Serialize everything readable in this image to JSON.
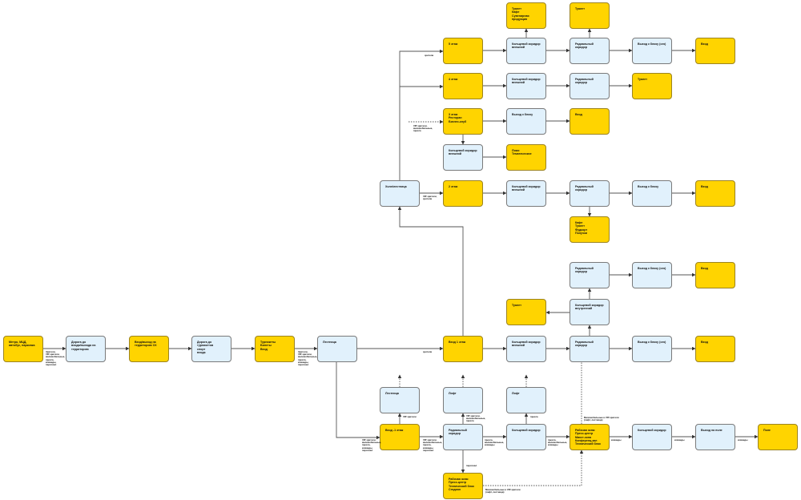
{
  "colors": {
    "public_zone": "#FFD400",
    "transit_zone": "#E1F1FC",
    "line": "#555555"
  },
  "nodes": {
    "n1": "Метро, МЦД,\nавтобус, парковка",
    "n2": "Дорога до\nвхода/выхода на\nтерриторию",
    "n3": "Вход/выход на\nтерриторию СК",
    "n4": "Дорога до\nтурникетов\nспорт\nвхода",
    "n5": "Турникеты\nБилеты\nВход",
    "n6": "Лестница",
    "n7": "Вход 1 этаж",
    "n8": "Кольцевой коридор\nвнешний",
    "n9": "Радиальный\nкоридор",
    "n10": "Выход к блоку (сек)",
    "n11": "Вход",
    "n12": "Кольцевой коридор\nвнутренний",
    "n13": "Туалет",
    "n14": "Радиальный\nкоридор",
    "n15": "Выход к блоку (сек)",
    "n16": "Вход",
    "n17": "Холл/лестница",
    "n18": "2 этаж",
    "n19": "Кольцевой коридор\nвнешний",
    "n20": "Радиальный\nкоридор",
    "n21": "Выход к блоку",
    "n22": "Вход",
    "n23": "Кафе\nТуалет\nФудкорт\nПолучки",
    "n24": "3 этаж\nРесторан\nБизнес-клуб",
    "n25": "Выход к блоку",
    "n26": "Вход",
    "n27": "Кольцевой коридор\nвнешний",
    "n28": "Ложи\nТематические",
    "n29": "4 этаж",
    "n30": "Кольцевой коридор\nвнешний",
    "n31": "Радиальный\nкоридор",
    "n32": "Туалет",
    "n33": "5 этаж",
    "n34": "Кольцевой коридор\nвнешний",
    "n35": "Радиальный\nкоридор",
    "n36": "Выход к блоку (сек)",
    "n37": "Вход",
    "n38": "Туалет\nКафе\nСувенирная\nпродукция",
    "n39": "Туалет",
    "n40": "Лестница",
    "n41": "Лифт",
    "n42": "Лифт",
    "n43": "Вход -1 этаж",
    "n44": "Радиальный\nкоридор",
    "n45": "Кольцевой коридор",
    "n46": "Рабочая зона:\nПресс-центр\nМикст-зона\nКонференц-зал\nТехнический блок",
    "n47": "Кольцевой коридор",
    "n48": "Выход на поле",
    "n49": "Поле",
    "n50": "Рабочая зона:\nПресс-центр\nТехнический блок\nСтадион"
  },
  "edge_labels": {
    "all": "Зрители,\nVIP-зрители,\nмаломобильные,\nпресса,\nкоманды,\nперсонал",
    "all2": "Зрители,\nVIP-зрители,\nмаломобильные,\nпресса,\nкоманды,\nперсонал",
    "spectators1": "зрители",
    "staff_down": "VIP-зрители,\nмаломобильные,\nпресса,\nкоманды,\nперсонал",
    "vip_spec": "VIP-зрители,\nзрители",
    "spectators_top": "зрители",
    "vip_dashed": "VIP-зрители,\nмаломобильные,\nпресса",
    "vip_stairs": "VIP-зрители",
    "to_radial": "VIP-зрители,\nмаломобильные,\nпресса,\nкоманды,\nперсонал",
    "to_lift1": "VIP-зрители,\nмаломобильные,\nпресса",
    "to_ring": "пресса,\nмаломобильные,\nкоманды",
    "to_lift2": "пресса",
    "to_work": "пресса,\nмаломобильные,\nкоманды",
    "up_dashed": "Маломобильные и VIP-зрители\n(лифт, лестница)",
    "staff": "персонал",
    "bottom_dashed": "Маломобильные и VIP-зрители\n(лифт, лестница)",
    "teams1": "команды",
    "teams2": "команды",
    "teams3": "команды"
  }
}
